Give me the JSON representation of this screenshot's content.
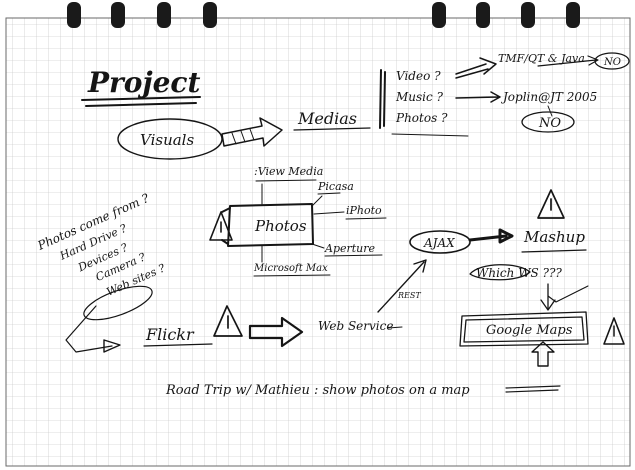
{
  "sketch": {
    "title": "Project",
    "visuals": "Visuals",
    "medias": "Medias",
    "media_types": [
      "Video ?",
      "Music ?",
      "Photos ?"
    ],
    "video_target": "TMF/QT & Java",
    "video_answer": "NO",
    "music_target": "Joplin@JT 2005",
    "music_answer": "NO",
    "photos": {
      "center": "Photos",
      "view_media": ":View Media",
      "picasa": "Picasa",
      "iphoto": "iPhoto",
      "aperture": "Aperture",
      "microsoft": "Microsoft Max"
    },
    "photo_sources": [
      "Photos come from ?",
      "Hard Drive ?",
      "Devices ?",
      "Camera ?",
      "Web sites ?"
    ],
    "flickr": "Flickr",
    "web_service": "Web Service",
    "rest": "REST",
    "ajax": "AJAX",
    "mashup": "Mashup",
    "which_ws": "Which WS ???",
    "google_maps": "Google Maps",
    "road_trip": "Road Trip w/ Mathieu : show photos on a map"
  }
}
